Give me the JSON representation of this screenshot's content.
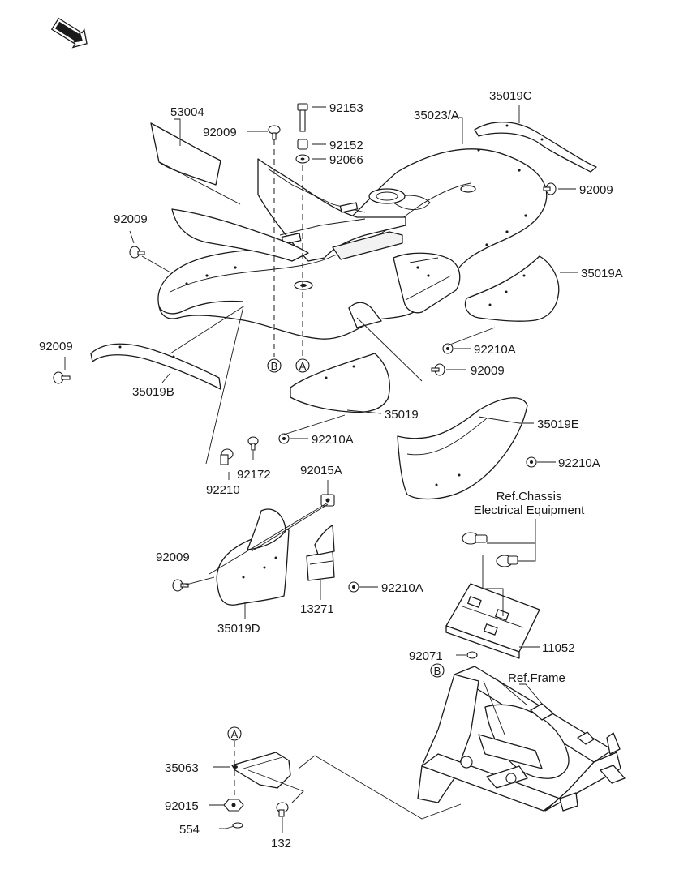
{
  "diagram": {
    "part_labels": [
      {
        "id": "p53004",
        "text": "53004"
      },
      {
        "id": "p92009_top",
        "text": "92009"
      },
      {
        "id": "p92153",
        "text": "92153"
      },
      {
        "id": "p92152",
        "text": "92152"
      },
      {
        "id": "p92066",
        "text": "92066"
      },
      {
        "id": "p35023A",
        "text": "35023/A"
      },
      {
        "id": "p35019C",
        "text": "35019C"
      },
      {
        "id": "p92009_right",
        "text": "92009"
      },
      {
        "id": "p92009_left",
        "text": "92009"
      },
      {
        "id": "p35019A",
        "text": "35019A"
      },
      {
        "id": "p92210A_1",
        "text": "92210A"
      },
      {
        "id": "p92009_fl",
        "text": "92009"
      },
      {
        "id": "p92009_mid",
        "text": "92009"
      },
      {
        "id": "p35019B",
        "text": "35019B"
      },
      {
        "id": "p35019",
        "text": "35019"
      },
      {
        "id": "p35019E",
        "text": "35019E"
      },
      {
        "id": "p92210A_2",
        "text": "92210A"
      },
      {
        "id": "p92210A_3",
        "text": "92210A"
      },
      {
        "id": "p92172",
        "text": "92172"
      },
      {
        "id": "p92210",
        "text": "92210"
      },
      {
        "id": "p92015A",
        "text": "92015A"
      },
      {
        "id": "p92009_low",
        "text": "92009"
      },
      {
        "id": "p92210A_4",
        "text": "92210A"
      },
      {
        "id": "p13271",
        "text": "13271"
      },
      {
        "id": "p35019D",
        "text": "35019D"
      },
      {
        "id": "p11052",
        "text": "11052"
      },
      {
        "id": "p92071",
        "text": "92071"
      },
      {
        "id": "p35063",
        "text": "35063"
      },
      {
        "id": "p92015",
        "text": "92015"
      },
      {
        "id": "p554",
        "text": "554"
      },
      {
        "id": "p132",
        "text": "132"
      }
    ],
    "references": {
      "chassis_line1": "Ref.Chassis",
      "chassis_line2": "Electrical Equipment",
      "frame": "Ref.Frame"
    },
    "callouts": {
      "a": "A",
      "b": "B"
    },
    "direction_badge": "FRONT",
    "colors": {
      "ink": "#1a1a1a",
      "paper": "#ffffff"
    }
  }
}
